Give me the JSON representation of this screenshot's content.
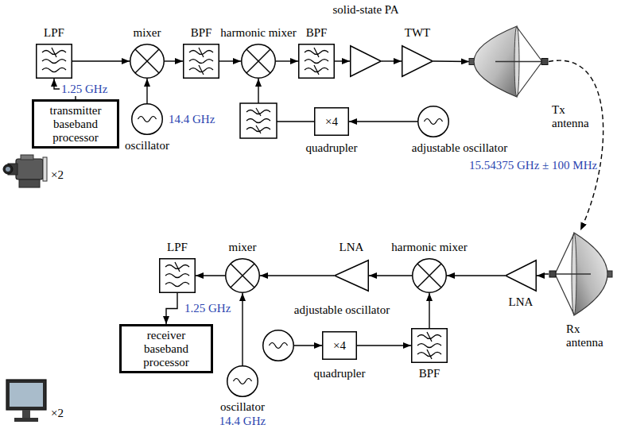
{
  "diagram": {
    "nodes": [
      {
        "text": [
          "LPF"
        ]
      },
      {
        "text": [
          "mixer"
        ]
      },
      {
        "text": [
          "BPF"
        ]
      },
      {
        "text": [
          "harmonic mixer"
        ]
      },
      {
        "text": [
          "BPF"
        ]
      },
      {
        "text": [
          "solid-state PA"
        ]
      },
      {
        "text": [
          "TWT"
        ]
      },
      {
        "text": [
          "Tx antenna"
        ]
      },
      {
        "text": [
          "transmitter baseband processor"
        ]
      },
      {
        "text": [
          "14.4 GHz",
          "oscillator"
        ]
      },
      {
        "text": [
          "×4",
          "quadrupler"
        ]
      },
      {
        "text": [
          "adjustable oscillator",
          "15.54375 GHz ± 100 MHz"
        ]
      },
      {
        "text": [
          "Rx antenna"
        ]
      },
      {
        "text": [
          "LNA"
        ]
      },
      {
        "text": [
          "harmonic mixer"
        ]
      },
      {
        "text": [
          "LNA"
        ]
      },
      {
        "text": [
          "mixer"
        ]
      },
      {
        "text": [
          "LPF"
        ]
      },
      {
        "text": [
          "receiver baseband processor"
        ]
      },
      {
        "text": [
          "oscillator",
          "14.4 GHz"
        ]
      },
      {
        "text": [
          "adjustable oscillator"
        ]
      },
      {
        "text": [
          "×4",
          "quadrupler"
        ]
      },
      {
        "text": [
          "BPF"
        ]
      }
    ],
    "edges": [
      {
        "from": 8,
        "to": 0,
        "arrow": "to",
        "label": "1.25 GHz"
      },
      {
        "from": 0,
        "to": 1,
        "arrow": "to"
      },
      {
        "from": 9,
        "to": 1,
        "arrow": "to"
      },
      {
        "from": 1,
        "to": 2,
        "arrow": "to"
      },
      {
        "from": 2,
        "to": 3,
        "arrow": "to"
      },
      {
        "from": 3,
        "to": 4,
        "arrow": "to"
      },
      {
        "from": 4,
        "to": 5,
        "arrow": "to"
      },
      {
        "from": 5,
        "to": 6,
        "arrow": "to"
      },
      {
        "from": 6,
        "to": 7,
        "arrow": "to"
      },
      {
        "from": 11,
        "to": 10,
        "arrow": "to"
      },
      {
        "from": 10,
        "to": 3,
        "arrow": "to"
      },
      {
        "from": 7,
        "to": 12,
        "arrow": "to"
      },
      {
        "from": 12,
        "to": 13,
        "arrow": "to"
      },
      {
        "from": 13,
        "to": 14,
        "arrow": "to"
      },
      {
        "from": 14,
        "to": 15,
        "arrow": "to"
      },
      {
        "from": 15,
        "to": 16,
        "arrow": "to"
      },
      {
        "from": 19,
        "to": 16,
        "arrow": "to"
      },
      {
        "from": 16,
        "to": 17,
        "arrow": "to"
      },
      {
        "from": 17,
        "to": 18,
        "arrow": "to",
        "label": "1.25 GHz"
      },
      {
        "from": 20,
        "to": 21,
        "arrow": "to"
      },
      {
        "from": 21,
        "to": 22,
        "arrow": "to"
      },
      {
        "from": 22,
        "to": 14,
        "arrow": "to"
      }
    ],
    "labels": [
      "×2",
      "×2"
    ]
  }
}
